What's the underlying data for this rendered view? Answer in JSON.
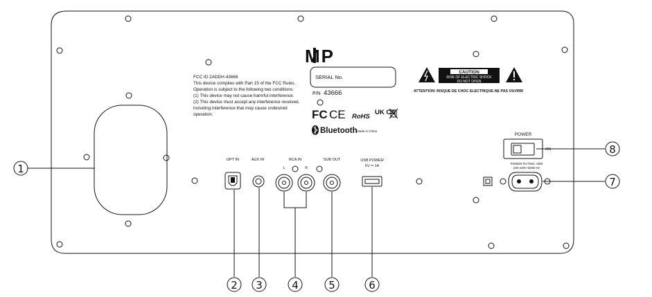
{
  "brand_logo": "MP",
  "fcc": {
    "lines": [
      "FCC ID:2ADDH-43666",
      "This device complies with Part 15 of the FCC Rules.",
      "Operation is subject to the following two conditions:",
      "(1) This device may not cause harmful interference.",
      "(2) This device must accept any interference received,",
      "including interference that may cause undesired",
      "operation."
    ]
  },
  "serial": {
    "label": "SERIAL No.",
    "pn_prefix": "P/N",
    "pn_value": "43666"
  },
  "certifications": [
    "FC",
    "CE",
    "RoHS",
    "UK CA"
  ],
  "bluetooth": {
    "label": "Bluetooth",
    "made_in": "Made in China"
  },
  "caution": {
    "title": "CAUTION",
    "line1": "RISK OF ELECTRIC SHOCK",
    "line2": "DO NOT OPEN",
    "attention": "ATTENTION: RISQUE DE CHOC ELECTRIQUE-NE PAS OUVRIR"
  },
  "ports": {
    "opt_in": "OPT IN",
    "aux_in": "AUX IN",
    "rca_in": "RCA IN",
    "rca_left": "L",
    "rca_right": "R",
    "sub_out": "SUB OUT",
    "usb_power": "USB POWER",
    "usb_rating": "5V ═ 1A"
  },
  "power": {
    "label": "POWER",
    "on_label": "ON",
    "rating_line1": "POWER RATING: 30W",
    "rating_line2": "100-240V 50/60 Hz"
  },
  "callouts": [
    "1",
    "2",
    "3",
    "4",
    "5",
    "6",
    "7",
    "8"
  ]
}
